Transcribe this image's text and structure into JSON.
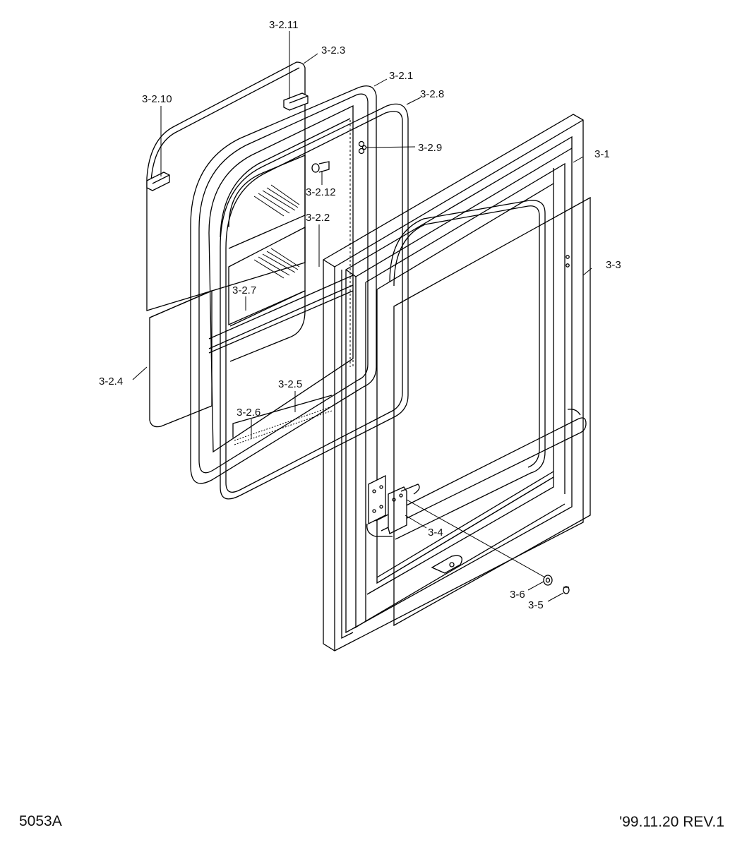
{
  "labels": {
    "p3_2_11": "3-2.11",
    "p3_2_3": "3-2.3",
    "p3_2_1": "3-2.1",
    "p3_2_10": "3-2.10",
    "p3_2_8": "3-2.8",
    "p3_2_9": "3-2.9",
    "p3_1": "3-1",
    "p3_2_12": "3-2.12",
    "p3_2_2": "3-2.2",
    "p3_3": "3-3",
    "p3_2_7": "3-2.7",
    "p3_2_4": "3-2.4",
    "p3_2_5": "3-2.5",
    "p3_2_6": "3-2.6",
    "p3_4": "3-4",
    "p3_6": "3-6",
    "p3_5": "3-5"
  },
  "footer": {
    "drawing_number": "5053A",
    "revision": "'99.11.20 REV.1"
  }
}
